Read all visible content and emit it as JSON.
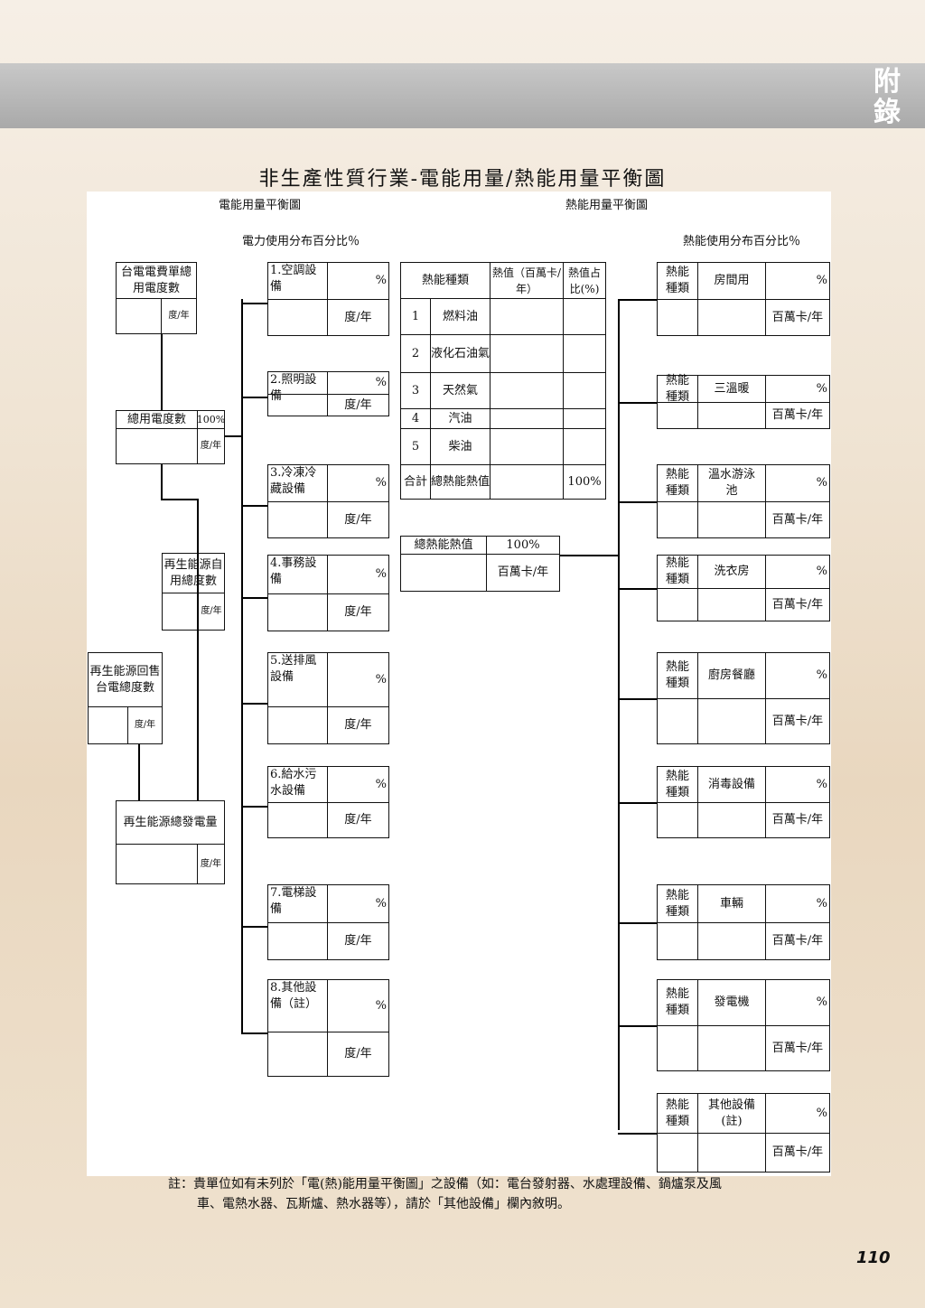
{
  "side_tab": "附錄",
  "title": "非生產性質行業-電能用量/熱能用量平衡圖",
  "electric": {
    "heading": "電能用量平衡圖",
    "subheading": "電力使用分布百分比％",
    "bill_total": "台電電費單總用電度數",
    "total_use": "總用電度數",
    "total_pct": "100%",
    "renew_self": "再生能源自用總度數",
    "renew_sell": "再生能源回售台電總度數",
    "renew_gen": "再生能源總發電量",
    "unit_kwh": "度/年",
    "unit_small": "度/年",
    "pct": "%",
    "equipment": [
      {
        "name": "1.空調設備"
      },
      {
        "name": "2.照明設備"
      },
      {
        "name": "3.冷凍冷藏設備"
      },
      {
        "name": "4.事務設備"
      },
      {
        "name": "5.送排風設備"
      },
      {
        "name": "6.給水污水設備"
      },
      {
        "name": "7.電梯設備"
      },
      {
        "name": "8.其他設備（註）"
      }
    ]
  },
  "heat": {
    "heading": "熱能用量平衡圖",
    "subheading": "熱能使用分布百分比％",
    "table_headers": [
      "熱能種類",
      "熱值（百萬卡/年）",
      "熱值占比(%)"
    ],
    "fuels": [
      {
        "no": "1",
        "name": "燃料油"
      },
      {
        "no": "2",
        "name": "液化石油氣"
      },
      {
        "no": "3",
        "name": "天然氣"
      },
      {
        "no": "4",
        "name": "汽油"
      },
      {
        "no": "5",
        "name": "柴油"
      }
    ],
    "total_label": "合計",
    "total_name": "總熱能熱值",
    "total_pct": "100%",
    "summary_label": "總熱能熱值",
    "summary_pct": "100%",
    "summary_unit": "百萬卡/年",
    "type_label": "熱能種類",
    "unit": "百萬卡/年",
    "pct": "%",
    "uses": [
      {
        "name": "房間用"
      },
      {
        "name": "三溫暖"
      },
      {
        "name": "溫水游泳池"
      },
      {
        "name": "洗衣房"
      },
      {
        "name": "廚房餐廳"
      },
      {
        "name": "消毒設備"
      },
      {
        "name": "車輛"
      },
      {
        "name": "發電機"
      },
      {
        "name": "其他設備(註)"
      }
    ]
  },
  "note_line1": "註：貴單位如有未列於「電(熱)能用量平衡圖」之設備（如：電台發射器、水處理設備、鍋爐泵及風",
  "note_line2": "車、電熱水器、瓦斯爐、熱水器等），請於「其他設備」欄內敘明。",
  "page_number": "110"
}
